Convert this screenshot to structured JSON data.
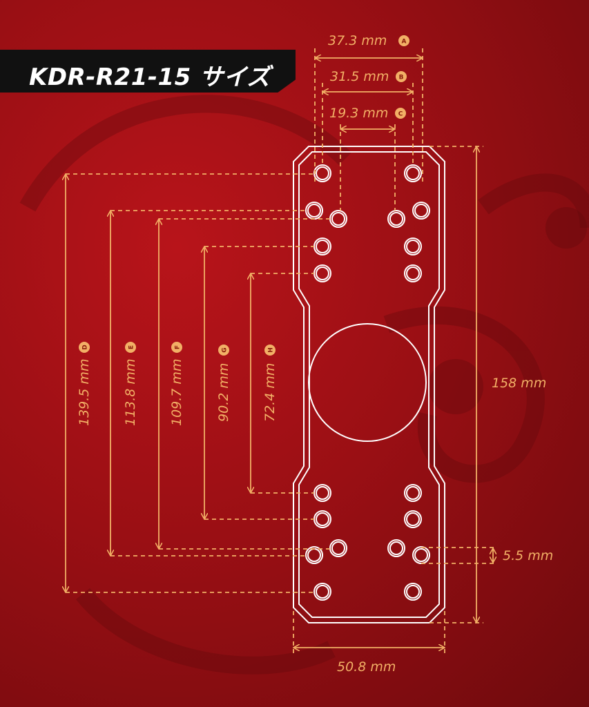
{
  "title": "KDR-R21-15 サイズ",
  "colors": {
    "accent": "#f2b066",
    "outline": "#ffffff",
    "background": "#9a0f14",
    "title_bg": "#111111"
  },
  "dimensions": {
    "A": {
      "value": "37.3 mm",
      "letter": "A"
    },
    "B": {
      "value": "31.5 mm",
      "letter": "B"
    },
    "C": {
      "value": "19.3 mm",
      "letter": "C"
    },
    "D": {
      "value": "139.5 mm",
      "letter": "D"
    },
    "E": {
      "value": "113.8 mm",
      "letter": "E"
    },
    "F": {
      "value": "109.7 mm",
      "letter": "F"
    },
    "G": {
      "value": "90.2 mm",
      "letter": "G"
    },
    "H": {
      "value": "72.4 mm",
      "letter": "H"
    },
    "length": "158 mm",
    "width": "50.8 mm",
    "hole": "5.5 mm"
  }
}
